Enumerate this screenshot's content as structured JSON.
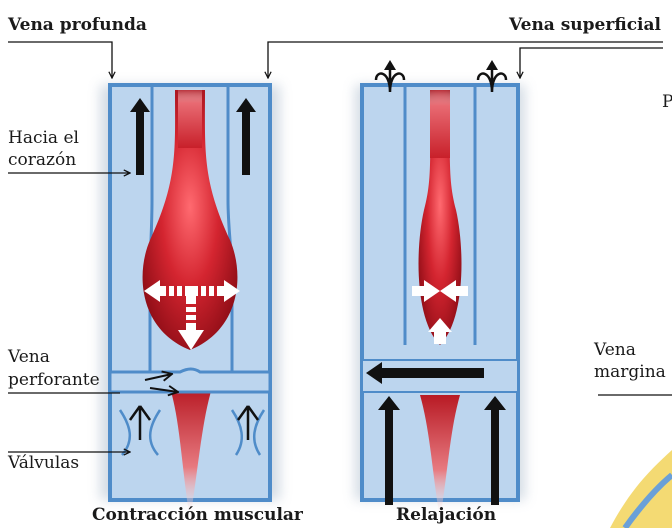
{
  "labels": {
    "vena_profunda": "Vena profunda",
    "vena_superficial": "Vena superficial",
    "hacia_line1": "Hacia el",
    "hacia_line2": "corazón",
    "perforante_line1": "Vena",
    "perforante_line2": "perforante",
    "valvulas": "Válvulas",
    "marginal_line1": "Vena",
    "marginal_line2": "margina",
    "cut_letter": "P"
  },
  "captions": {
    "contraction": "Contracción muscular",
    "relaxation": "Relajación"
  },
  "colors": {
    "vein_fill": "#b9d3ec",
    "vein_edge": "#4f8cc9",
    "muscle_red": "#c8202a",
    "arrow_dark": "#111111",
    "text": "#1a1a1a"
  }
}
